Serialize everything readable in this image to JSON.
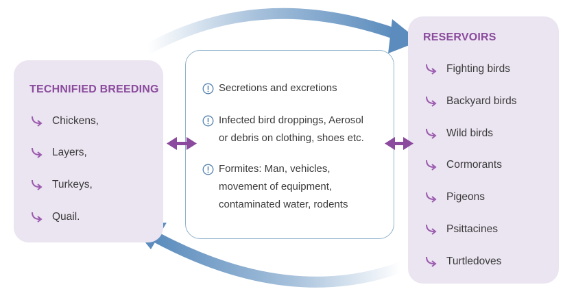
{
  "technified_breeding": {
    "title": "TECHNIFIED BREEDING",
    "items": [
      "Chickens,",
      "Layers,",
      "Turkeys,",
      "Quail."
    ]
  },
  "reservoirs": {
    "title": "RESERVOIRS",
    "items": [
      "Fighting birds",
      "Backyard birds",
      "Wild birds",
      "Cormorants",
      "Pigeons",
      "Psittacines",
      "Turtledoves"
    ]
  },
  "transmission_routes": [
    "Secretions and excretions",
    "Infected bird droppings, Aerosol\nor debris on clothing, shoes etc.",
    "Formites: Man, vehicles,\nmovement of equipment,\ncontaminated water, rodents"
  ],
  "colors": {
    "panel_fill": "#ebe4f1",
    "title_purple": "#8a4b9c",
    "item_arrow": "#9a5aae",
    "double_arrow": "#8b4a9d",
    "flow_arrow": "#5b8cbd",
    "box_border": "#8fb1cc"
  },
  "icons": {
    "item_bullet": "curved-arrow-icon",
    "route_bullet": "exclamation-circle-icon"
  }
}
